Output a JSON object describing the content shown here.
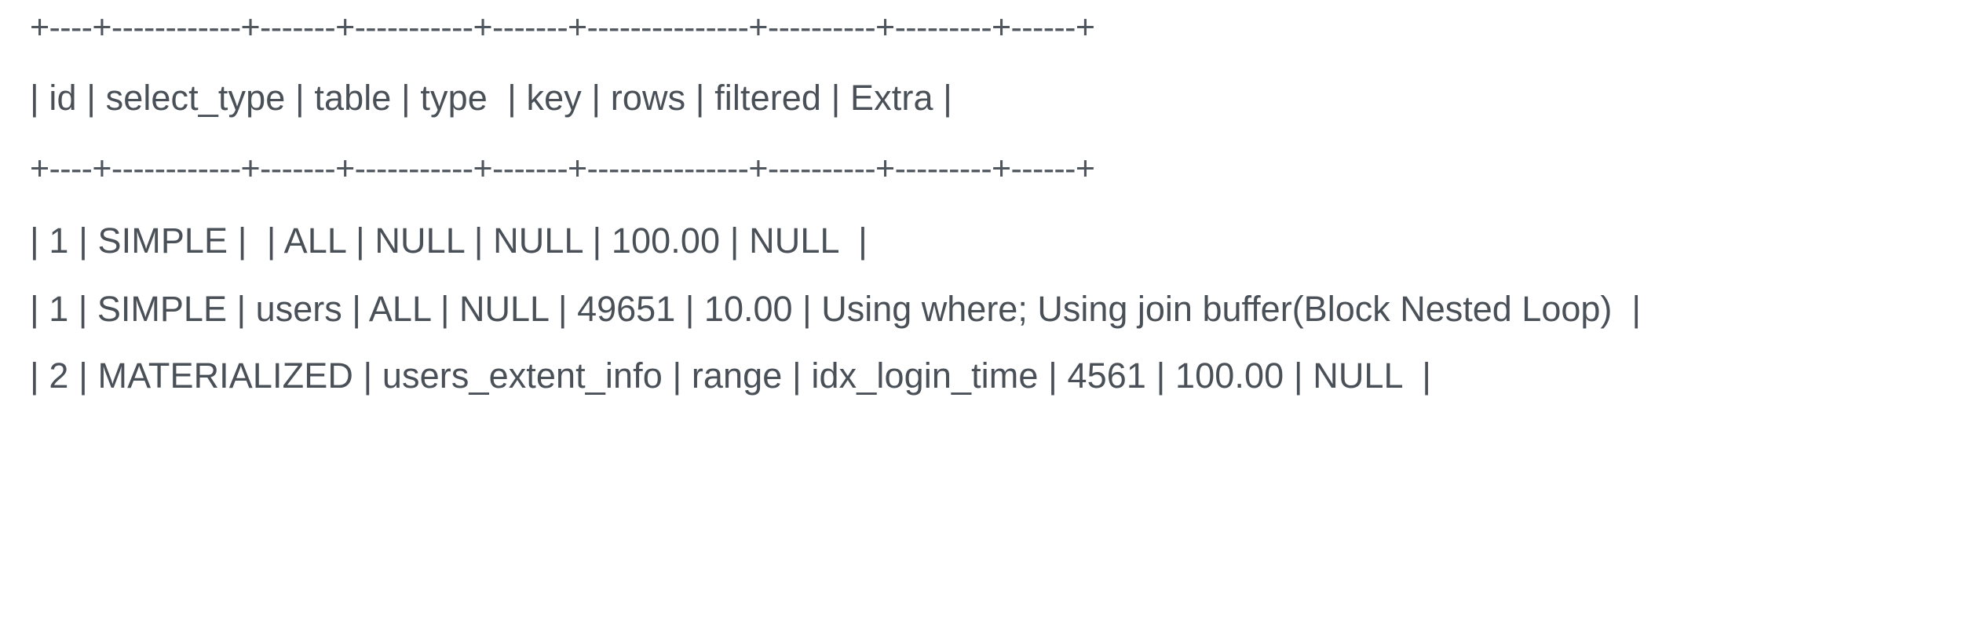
{
  "terminal": {
    "background_color": "#ffffff",
    "text_color": "#4a5057",
    "content_kind": "mysql-explain-table"
  },
  "explain": {
    "rule_top": "+----+------------+-------+-----------+-------+---------------+----------+---------+------+",
    "rule_mid": "+----+------------+-------+-----------+-------+---------------+----------+---------+------+",
    "header_row": "| id | select_type | table | type  | key | rows | filtered | Extra |",
    "row_1": "| 1 | SIMPLE |  | ALL | NULL | NULL | 100.00 | NULL  |",
    "row_2": "| 1 | SIMPLE | users | ALL | NULL | 49651 | 10.00 | Using where; Using join buffer(Block Nested Loop)  |",
    "row_3": "| 2 | MATERIALIZED | users_extent_info | range | idx_login_time | 4561 | 100.00 | NULL  |",
    "columns": [
      "id",
      "select_type",
      "table",
      "type",
      "key",
      "rows",
      "filtered",
      "Extra"
    ],
    "rows": [
      {
        "id": "1",
        "select_type": "SIMPLE",
        "table": "",
        "type": "ALL",
        "key": "NULL",
        "rows": "NULL",
        "filtered": "100.00",
        "Extra": "NULL"
      },
      {
        "id": "1",
        "select_type": "SIMPLE",
        "table": "users",
        "type": "ALL",
        "key": "NULL",
        "rows": "49651",
        "filtered": "10.00",
        "Extra": "Using where; Using join buffer(Block Nested Loop)"
      },
      {
        "id": "2",
        "select_type": "MATERIALIZED",
        "table": "users_extent_info",
        "type": "range",
        "key": "idx_login_time",
        "rows": "4561",
        "filtered": "100.00",
        "Extra": "NULL"
      }
    ]
  }
}
